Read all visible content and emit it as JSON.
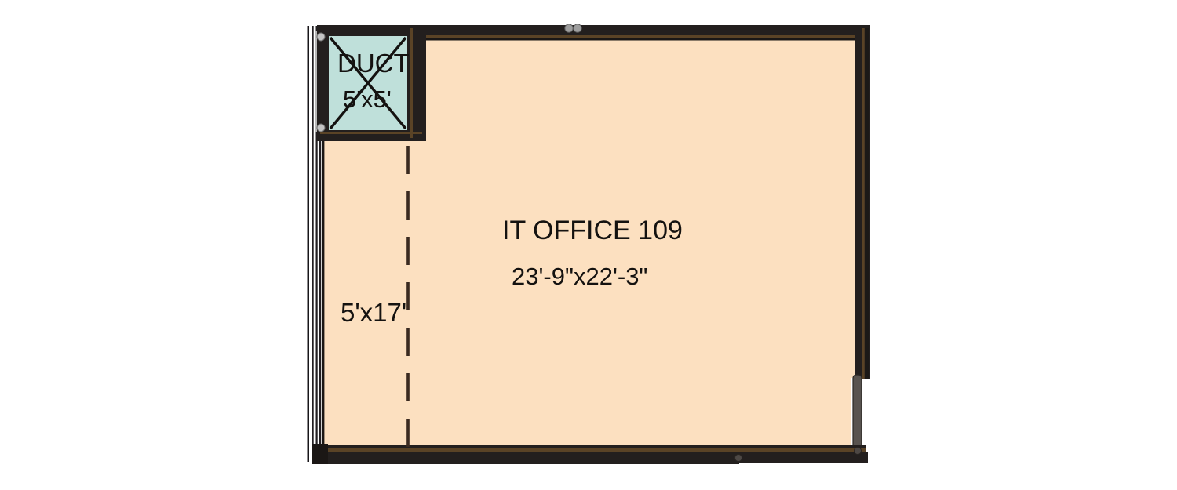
{
  "drawing": {
    "title": "IT Office 109 Floor Plan",
    "background_color": "#ffffff"
  },
  "colors": {
    "room_fill": "#fce0c0",
    "duct_fill": "#bfe0da",
    "wall_dark": "#231f1e",
    "wall_brown": "#5a4326",
    "wall_light_gray": "#b8b8b8",
    "wall_mid_gray": "#58534f",
    "text": "#141210",
    "white": "#ffffff"
  },
  "rooms": [
    {
      "id": "it-office-109",
      "name": "IT OFFICE 109",
      "dimensions": "23'-9\"x22'-3\"",
      "fill": "#fce0c0"
    }
  ],
  "shafts": [
    {
      "id": "duct-shaft",
      "label": "DUCT",
      "dimensions": "5'x5'",
      "fill": "#bfe0da",
      "marker": "x-cross"
    }
  ],
  "annotations": [
    {
      "id": "corridor-zone",
      "label": "5'x17'"
    }
  ],
  "legend": {
    "dashed_line": "zone-divider",
    "wall_type_exterior": "multi-layer-wall",
    "door_marks": 2
  }
}
